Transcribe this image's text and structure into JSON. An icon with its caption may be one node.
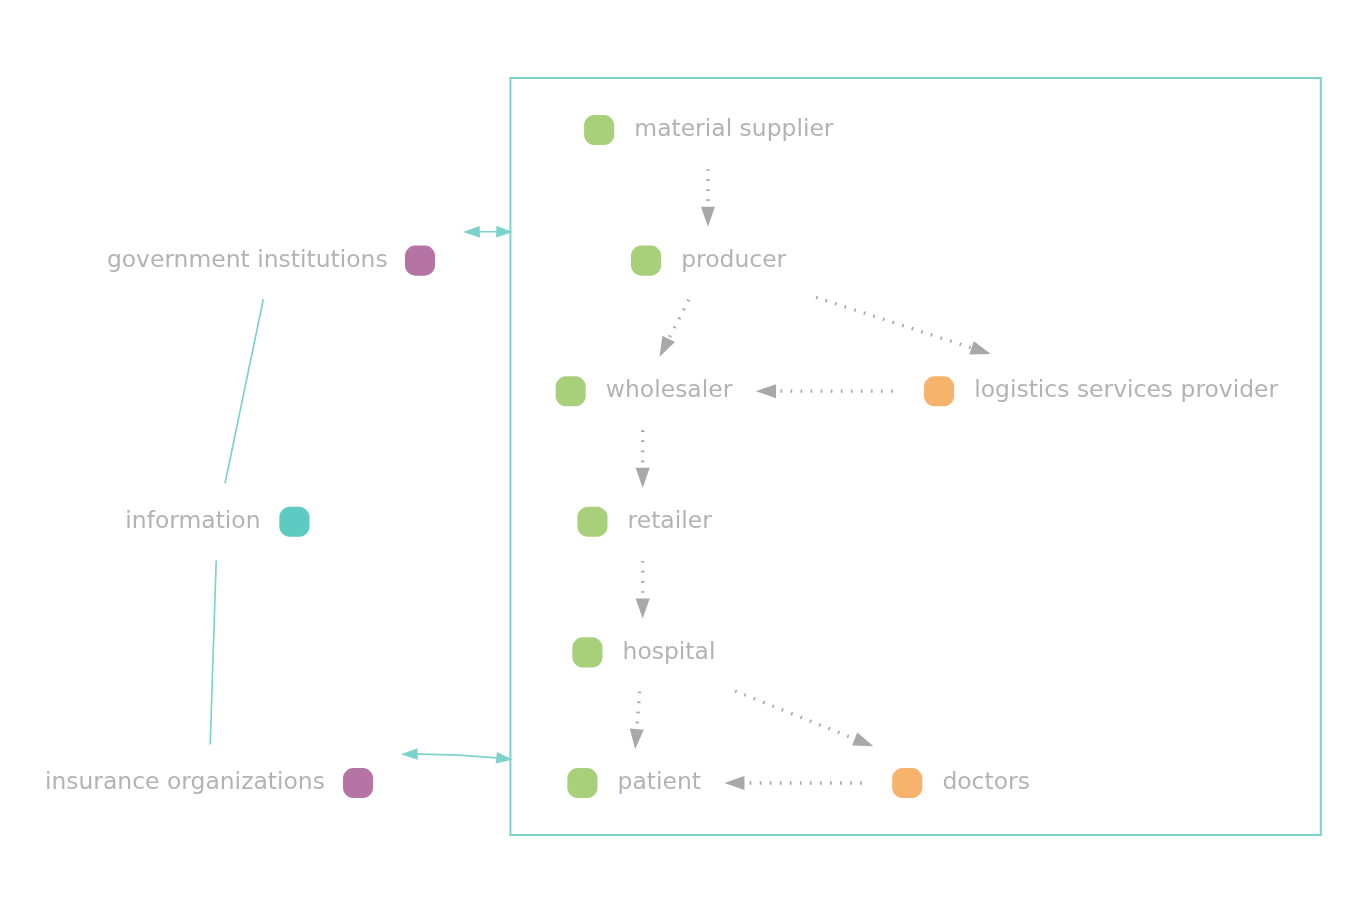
{
  "diagram": {
    "nodes": [
      {
        "text": [
          "information"
        ]
      },
      {
        "text": [
          "government institutions"
        ]
      },
      {
        "text": [
          "insurance organizations"
        ]
      },
      {
        "text": [],
        "shape": "box"
      },
      {
        "text": [
          "material supplier"
        ],
        "in": 3
      },
      {
        "text": [
          "producer"
        ],
        "in": 3
      },
      {
        "text": [
          "wholesaler"
        ],
        "in": 3
      },
      {
        "text": [
          "logistics services provider"
        ],
        "in": 3
      },
      {
        "text": [
          "retailer"
        ],
        "in": 3
      },
      {
        "text": [
          "hospital"
        ],
        "in": 3
      },
      {
        "text": [
          "patient"
        ],
        "in": 3
      },
      {
        "text": [
          "doctors"
        ],
        "in": 3
      }
    ],
    "edges": [
      {
        "from": 0,
        "to": 1,
        "arrow": "none",
        "color": "#7dd3cc"
      },
      {
        "from": 0,
        "to": 2,
        "arrow": "none",
        "color": "#7dd3cc"
      },
      {
        "from": 1,
        "to": 3,
        "arrow": "both",
        "color": "#7dd3cc"
      },
      {
        "from": 2,
        "to": 3,
        "arrow": "both",
        "color": "#7dd3cc"
      },
      {
        "from": 4,
        "to": 5,
        "arrow": "to",
        "style": "dashed"
      },
      {
        "from": 5,
        "to": 6,
        "arrow": "to",
        "style": "dashed"
      },
      {
        "from": 5,
        "to": 7,
        "arrow": "to",
        "style": "dashed"
      },
      {
        "from": 7,
        "to": 6,
        "arrow": "to",
        "style": "dashed"
      },
      {
        "from": 6,
        "to": 8,
        "arrow": "to",
        "style": "dashed"
      },
      {
        "from": 8,
        "to": 9,
        "arrow": "to",
        "style": "dashed"
      },
      {
        "from": 9,
        "to": 10,
        "arrow": "to",
        "style": "dashed"
      },
      {
        "from": 9,
        "to": 11,
        "arrow": "to",
        "style": "dashed"
      },
      {
        "from": 11,
        "to": 10,
        "arrow": "to",
        "style": "dashed"
      }
    ]
  }
}
